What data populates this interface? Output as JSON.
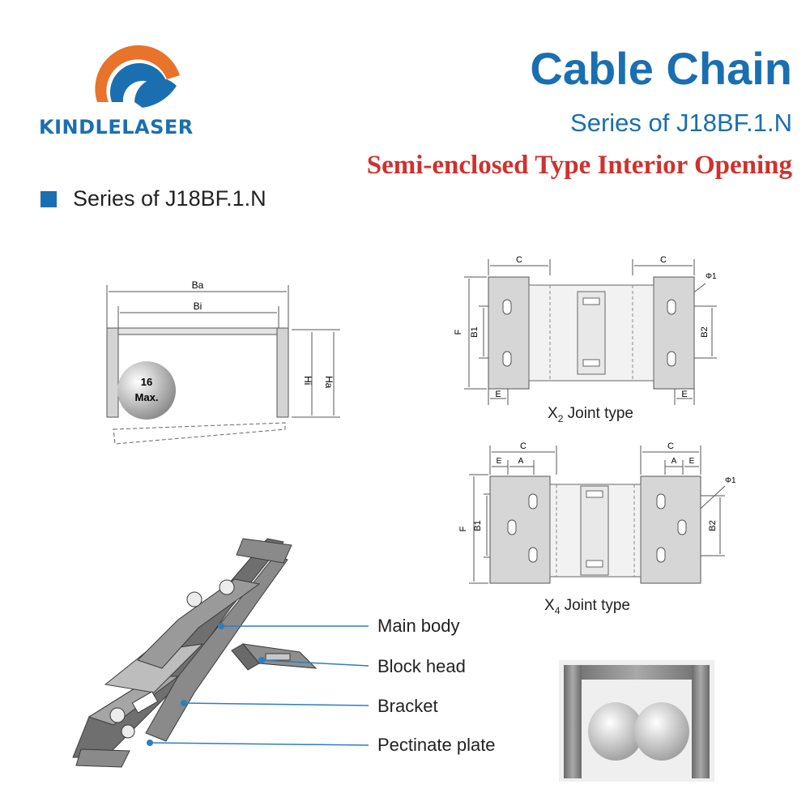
{
  "brand": {
    "name": "KINDLELASER",
    "colors": {
      "blue": "#1a6fb0",
      "orange": "#e8732a",
      "red": "#d0312d"
    }
  },
  "header": {
    "title": "Cable Chain",
    "subtitle": "Series of J18BF.1.N",
    "type_line": "Semi-enclosed Type Interior Opening"
  },
  "section": {
    "label": "Series of J18BF.1.N"
  },
  "cross_section": {
    "dims": {
      "outer_width": "Ba",
      "inner_width": "Bi",
      "inner_height": "Hi",
      "outer_height": "Ha"
    },
    "cable_max": {
      "value": "16",
      "unit": "Max."
    }
  },
  "x2_joint": {
    "label_prefix": "X",
    "label_sub": "2",
    "label_suffix": " Joint type",
    "dims": {
      "c": "C",
      "f": "F",
      "b1": "B1",
      "b2": "B2",
      "e": "E",
      "phi": "Φ1"
    }
  },
  "x4_joint": {
    "label_prefix": "X",
    "label_sub": "4",
    "label_suffix": " Joint type",
    "dims": {
      "c": "C",
      "f": "F",
      "b1": "B1",
      "b2": "B2",
      "e": "E",
      "a": "A",
      "phi": "Φ1"
    }
  },
  "parts": {
    "main_body": "Main body",
    "block_head": "Block head",
    "bracket": "Bracket",
    "pectinate_plate": "Pectinate plate"
  }
}
